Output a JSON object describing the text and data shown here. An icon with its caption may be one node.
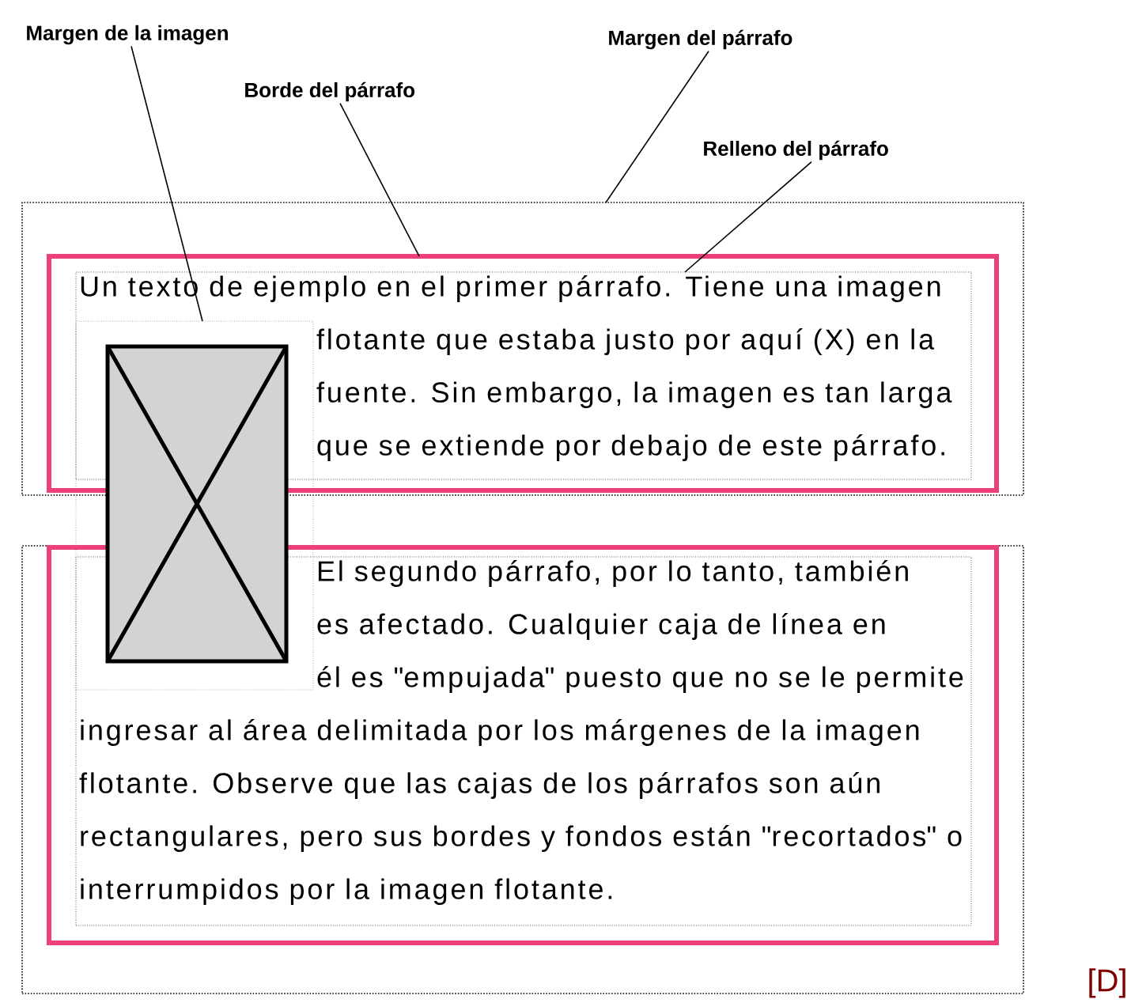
{
  "diagram": {
    "nodes": [
      {
        "text": [
          "Margen de la imagen"
        ]
      },
      {
        "text": [
          "Margen del párrafo"
        ]
      },
      {
        "text": [
          "Borde del párrafo"
        ]
      },
      {
        "text": [
          "Relleno del párrafo"
        ]
      },
      {
        "text": [],
        "shape": "box"
      },
      {
        "text": [],
        "shape": "box",
        "in": 4
      },
      {
        "text": [
          "Un texto de ejemplo en el primer párrafo. Tiene una imagen flotante que estaba justo por aquí (X) en la fuente. Sin embargo, la imagen es tan larga que se extiende por debajo de este párrafo."
        ],
        "in": 5
      },
      {
        "text": [],
        "shape": "box"
      },
      {
        "text": [],
        "shape": "box",
        "in": 7
      },
      {
        "text": [
          "El segundo párrafo, por lo tanto, también es afectado. Cualquier caja de línea en él es \"empujada\" puesto que no se le permite ingresar al área delimitada por los márgenes de la imagen flotante. Observe que las cajas de los párrafos son aún rectangulares, pero sus bordes y fondos están \"recortados\" o interrumpidos por la imagen flotante."
        ],
        "in": 8
      },
      {
        "text": [],
        "shape": "box"
      },
      {
        "text": [],
        "shape": "box",
        "in": 10
      }
    ],
    "edges": [
      {
        "from": 0,
        "to": 10,
        "arrow": "none"
      },
      {
        "from": 1,
        "to": 4,
        "arrow": "none"
      },
      {
        "from": 2,
        "to": 5,
        "arrow": "none"
      },
      {
        "from": 3,
        "to": 6,
        "arrow": "none"
      }
    ],
    "labels": [
      "[D]"
    ]
  }
}
